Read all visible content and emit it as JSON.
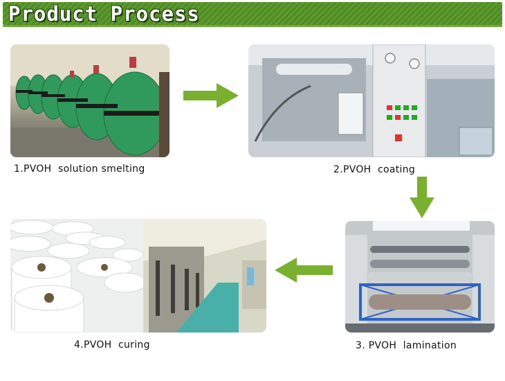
{
  "header": {
    "title": "Product Process"
  },
  "steps": [
    {
      "caption": "1.PVOH  solution smelting"
    },
    {
      "caption": "2.PVOH  coating"
    },
    {
      "caption": "3. PVOH  lamination"
    },
    {
      "caption": "4.PVOH  curing"
    }
  ],
  "colors": {
    "banner": "#5e9b2f",
    "arrow": "#7ab030"
  },
  "icons": [
    "arrow-right-icon",
    "arrow-down-icon",
    "arrow-left-icon"
  ]
}
